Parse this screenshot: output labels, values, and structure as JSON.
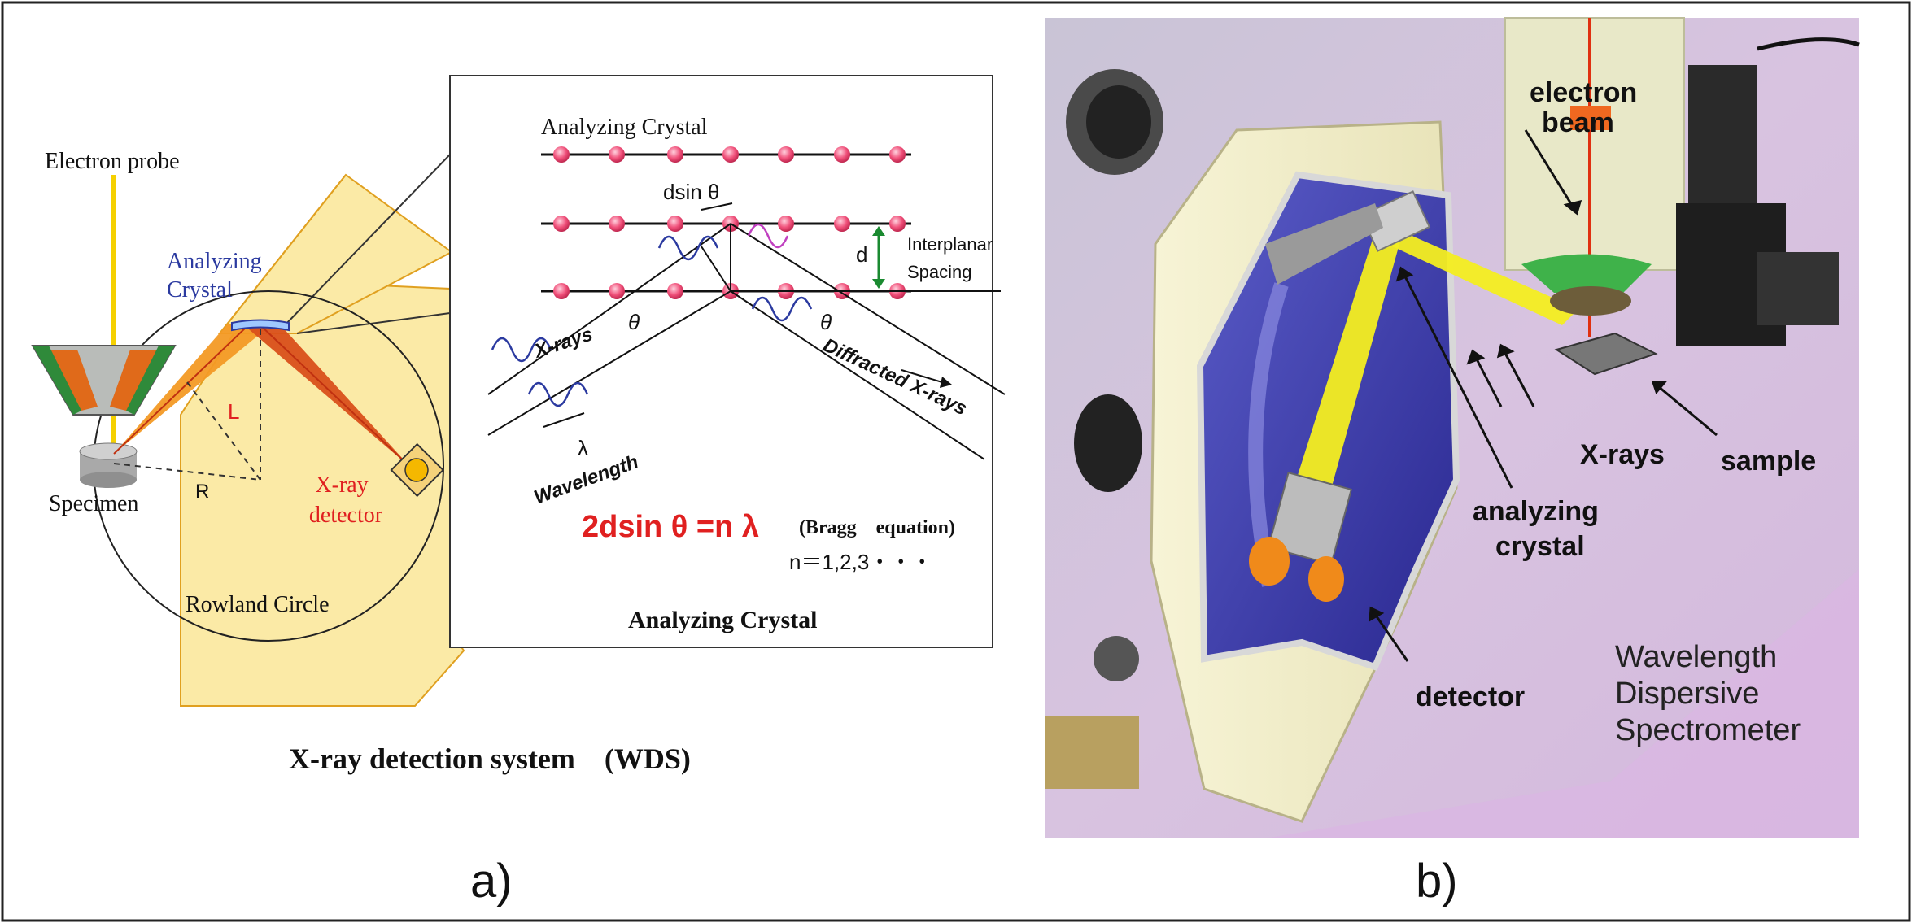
{
  "panel_a": {
    "caption": "X-ray detection system　(WDS)",
    "electron_probe": "Electron probe",
    "analyzing_crystal_line1": "Analyzing",
    "analyzing_crystal_line2": "Crystal",
    "L": "L",
    "R": "R",
    "specimen": "Specimen",
    "xray_detector_line1": "X-ray",
    "xray_detector_line2": "detector",
    "rowland_circle": "Rowland Circle",
    "inset": {
      "analyzing_crystal_top": "Analyzing Crystal",
      "dsin": "dsin θ",
      "d": "d",
      "interplanar_line1": "Interplanar",
      "interplanar_line2": "Spacing",
      "xrays": "X-rays",
      "theta": "θ",
      "diffracted": "Diffracted X-rays",
      "lambda": "λ",
      "wavelength": "Wavelength",
      "bragg": "2dsin θ =n λ",
      "bragg_label": "(Bragg　equation)",
      "n_values": "n＝1,2,3・・・",
      "caption": "Analyzing Crystal"
    }
  },
  "panel_b": {
    "electron_beam_line1": "electron",
    "electron_beam_line2": "beam",
    "xrays": "X-rays",
    "sample": "sample",
    "analyzing_crystal_line1": "analyzing",
    "analyzing_crystal_line2": "crystal",
    "detector": "detector",
    "title_line1": "Wavelength",
    "title_line2": "Dispersive",
    "title_line3": "Spectrometer"
  },
  "sublabels": {
    "a": "a)",
    "b": "b)"
  },
  "colors": {
    "beam": "#f5d000",
    "red_text": "#e02020",
    "blue_text": "#2b3aa0",
    "yellow_fill": "#fbeaa6",
    "lilac_bg": "#d9bfe0",
    "cream_body": "#f4f1cf",
    "purple_window": "#3b3aa8",
    "orange": "#f08a1a",
    "atom_pink": "#f0507a"
  }
}
